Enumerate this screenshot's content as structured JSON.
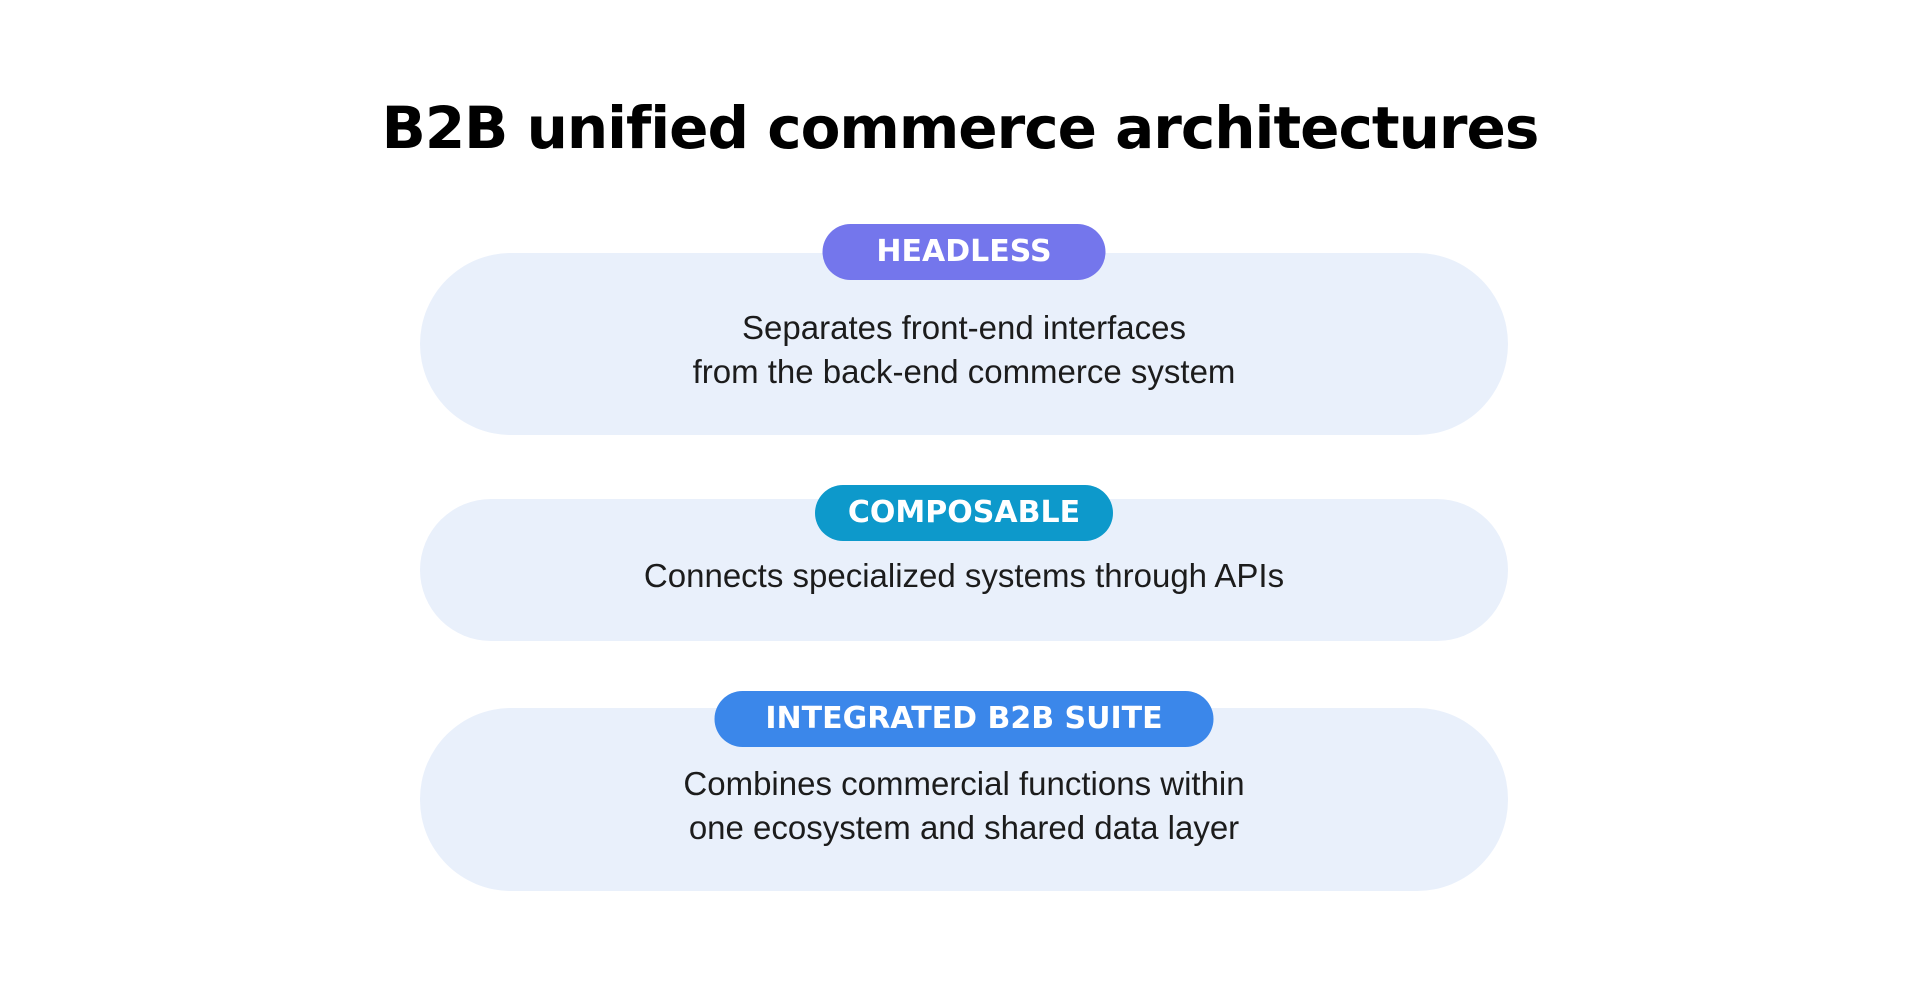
{
  "title": "B2B unified commerce architectures",
  "architectures": [
    {
      "label": "HEADLESS",
      "description_lines": [
        "Separates front-end interfaces",
        "from the back-end commerce system"
      ],
      "color": "#7476ec"
    },
    {
      "label": "COMPOSABLE",
      "description_lines": [
        "Connects specialized systems through APIs"
      ],
      "color": "#0d99cb"
    },
    {
      "label": "INTEGRATED B2B SUITE",
      "description_lines": [
        "Combines commercial functions within",
        "one ecosystem and shared data layer"
      ],
      "color": "#3b87ea"
    }
  ],
  "card_background": "#e9f0fb"
}
